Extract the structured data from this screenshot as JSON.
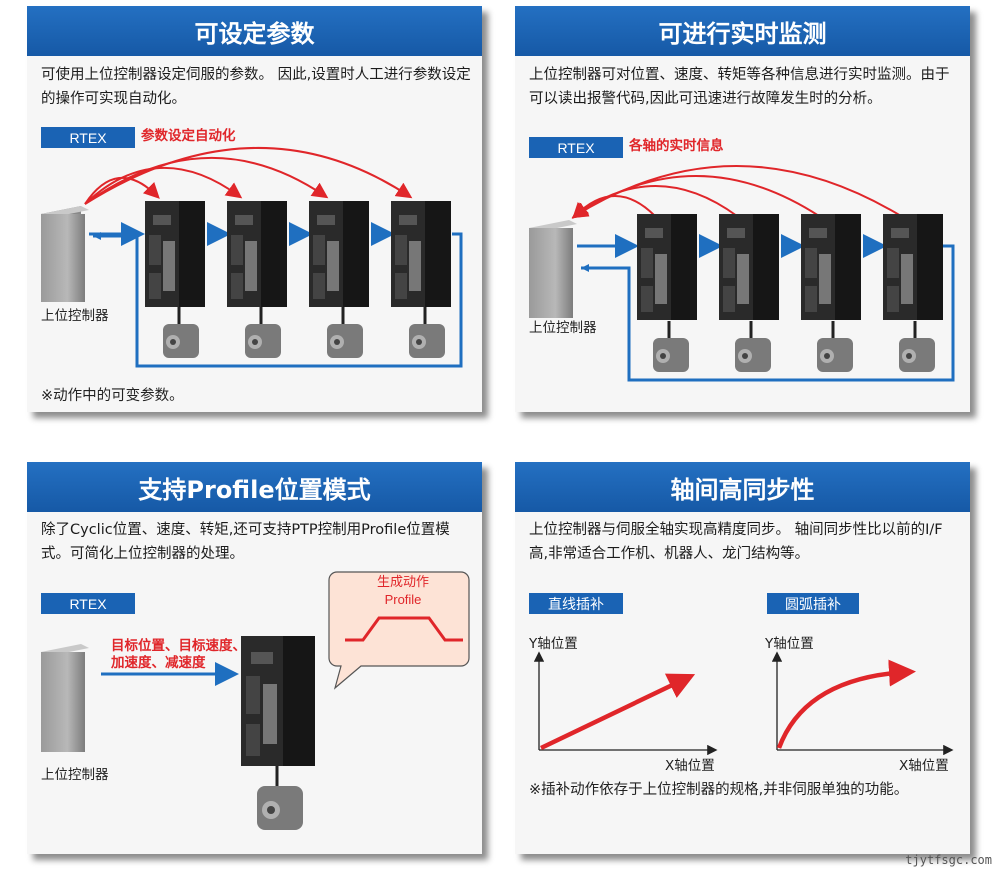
{
  "panels": {
    "p1": {
      "title": "可设定参数",
      "desc": "可使用上位控制器设定伺服的参数。 因此,设置时人工进行参数设定的操作可实现自动化。",
      "tag": "RTEX",
      "red_label": "参数设定自动化",
      "controller_label": "上位控制器",
      "note": "※动作中的可变参数。"
    },
    "p2": {
      "title": "可进行实时监测",
      "desc": "上位控制器可对位置、速度、转矩等各种信息进行实时监测。由于可以读出报警代码,因此可迅速进行故障发生时的分析。",
      "tag": "RTEX",
      "red_label": "各轴的实时信息",
      "controller_label": "上位控制器"
    },
    "p3": {
      "title": "支持Profile位置模式",
      "desc": "除了Cyclic位置、速度、转矩,还可支持PTP控制用Profile位置模式。可简化上位控制器的处理。",
      "tag": "RTEX",
      "red_label_line1": "目标位置、目标速度、",
      "red_label_line2": "加速度、减速度",
      "bubble_line1": "生成动作",
      "bubble_line2": "Profile",
      "controller_label": "上位控制器"
    },
    "p4": {
      "title": "轴间高同步性",
      "desc": "上位控制器与伺服全轴实现高精度同步。 轴间同步性比以前的I/F高,非常适合工作机、机器人、龙门结构等。",
      "tag_linear": "直线插补",
      "tag_arc": "圆弧插补",
      "y_label": "Y轴位置",
      "x_label": "X轴位置",
      "note": "※插补动作依存于上位控制器的规格,并非伺服单独的功能。"
    }
  },
  "watermark": "tjytfsgc.com",
  "colors": {
    "header_blue": "#1a63b4",
    "flow_blue": "#1f6fc0",
    "accent_red": "#e0262a"
  }
}
